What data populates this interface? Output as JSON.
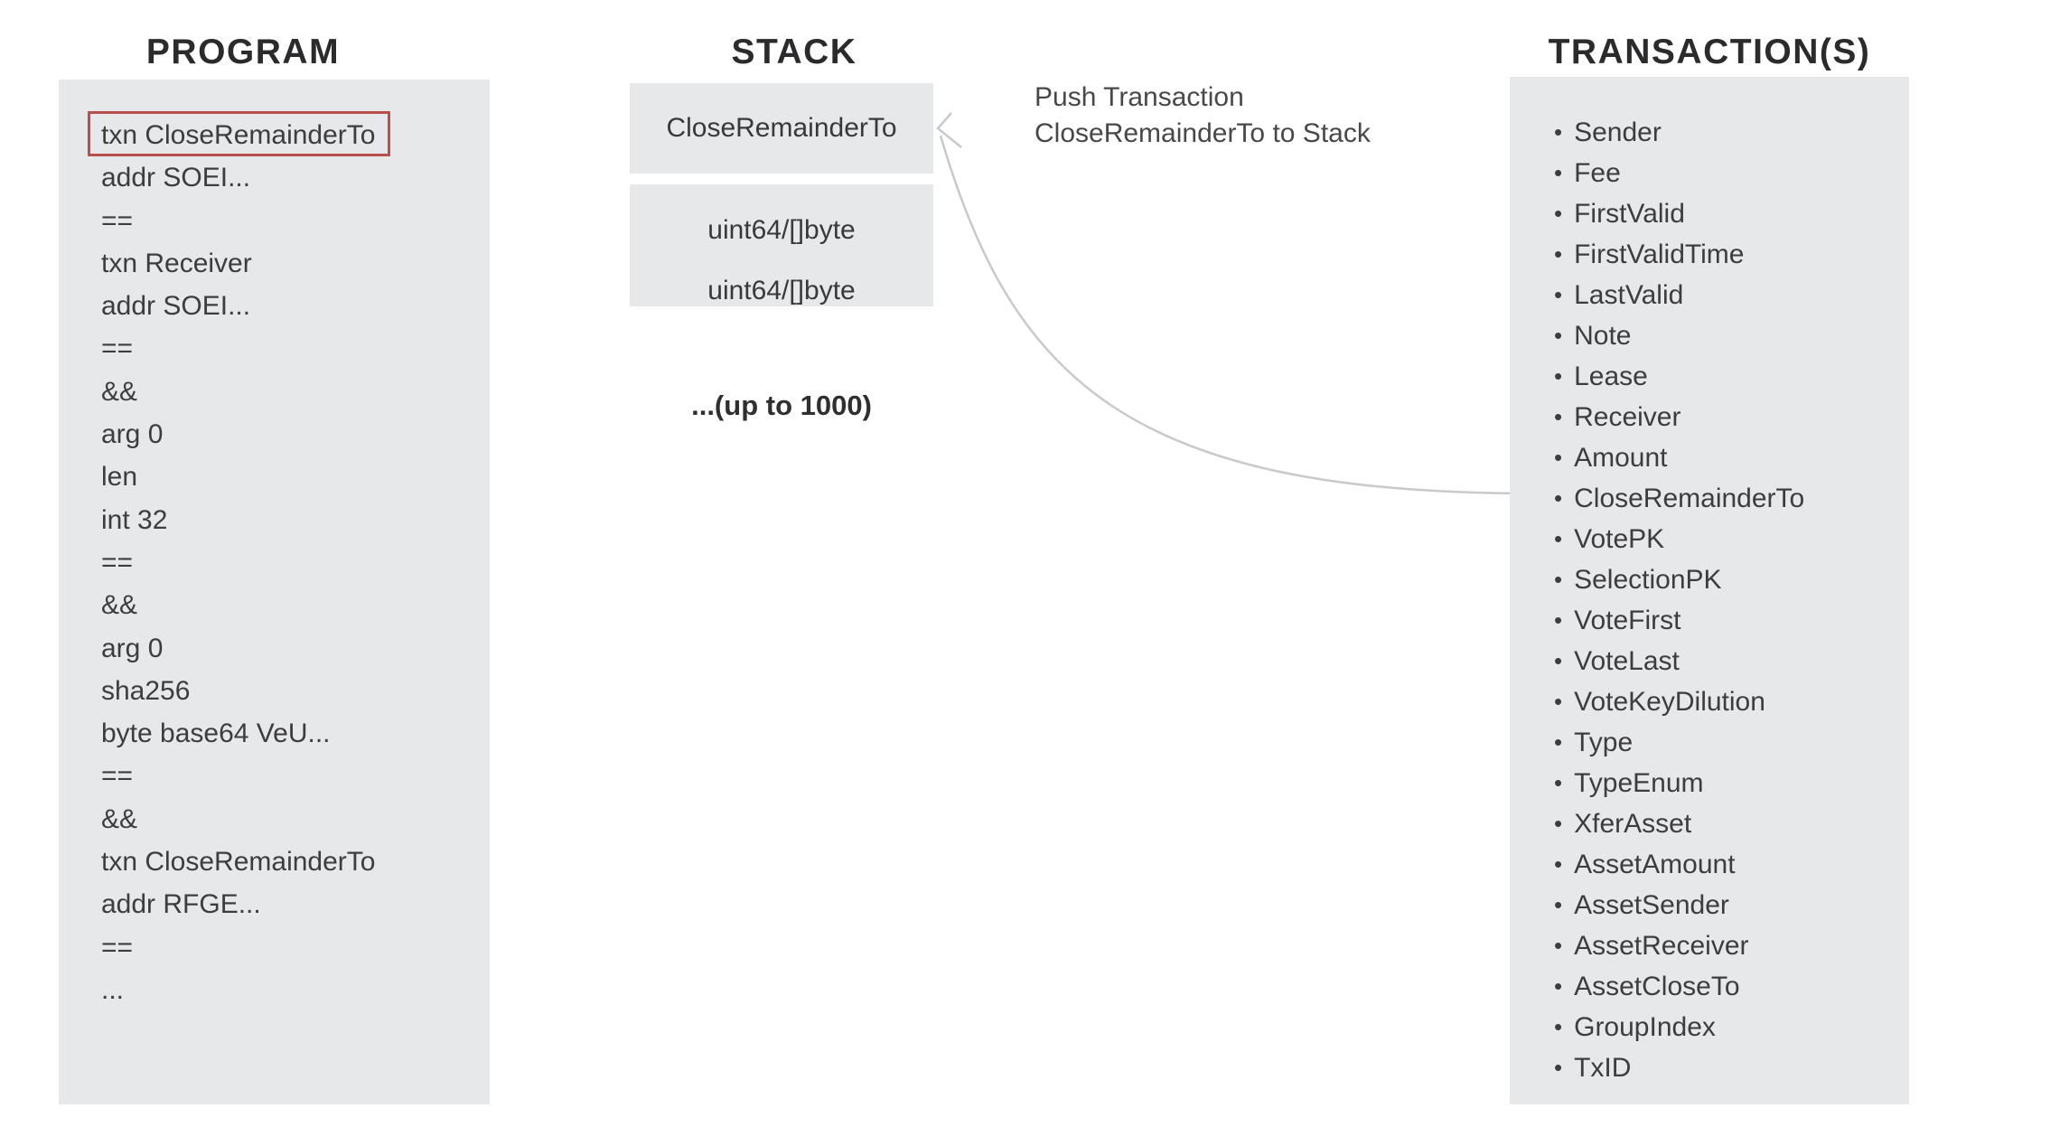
{
  "program": {
    "title": "PROGRAM",
    "lines": [
      "txn CloseRemainderTo",
      "addr SOEI...",
      "==",
      "txn Receiver",
      "addr SOEI...",
      "==",
      "&&",
      "arg 0",
      "len",
      "int 32",
      "==",
      "&&",
      "arg 0",
      "sha256",
      "byte base64 VeU...",
      "==",
      "&&",
      "txn CloseRemainderTo",
      "addr RFGE...",
      "==",
      "..."
    ],
    "highlighted_line": "txn CloseRemainderTo"
  },
  "stack": {
    "title": "STACK",
    "boxes": [
      "CloseRemainderTo",
      "uint64/[]byte",
      "uint64/[]byte"
    ],
    "capacity_note": "...(up to 1000)"
  },
  "annotation": {
    "line1": "Push Transaction",
    "line2": "CloseRemainderTo to Stack"
  },
  "transactions": {
    "title": "TRANSACTION(S)",
    "bullet": "•",
    "fields": [
      "Sender",
      "Fee",
      "FirstValid",
      "FirstValidTime",
      "LastValid",
      "Note",
      "Lease",
      "Receiver",
      "Amount",
      "CloseRemainderTo",
      "VotePK",
      "SelectionPK",
      "VoteFirst",
      "VoteLast",
      "VoteKeyDilution",
      "Type",
      "TypeEnum",
      "XferAsset",
      "AssetAmount",
      "AssetSender",
      "AssetReceiver",
      "AssetCloseTo",
      "GroupIndex",
      "TxID"
    ]
  },
  "colors": {
    "panel": "#e7e8ea",
    "highlight_border": "#b5504e",
    "arrow": "#c9c9c9",
    "body_text": "#3d3d3f",
    "title_text": "#2b2b2d"
  }
}
